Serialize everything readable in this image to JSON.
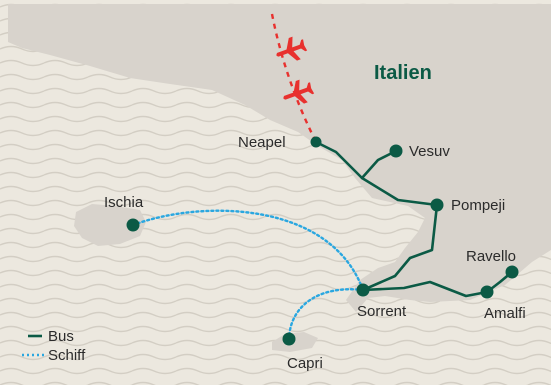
{
  "map": {
    "country_label": "Italien",
    "places": {
      "neapel": "Neapel",
      "vesuv": "Vesuv",
      "ischia": "Ischia",
      "pompeji": "Pompeji",
      "ravello": "Ravello",
      "sorrent": "Sorrent",
      "amalfi": "Amalfi",
      "capri": "Capri"
    }
  },
  "legend": {
    "bus": "Bus",
    "ship": "Schiff"
  },
  "colors": {
    "sea": "#ece8df",
    "wave": "#d3cec4",
    "land": "#d8d3cc",
    "accent": "#0b5a45",
    "ship_route": "#2aa7e0",
    "flight": "#e8312e"
  }
}
